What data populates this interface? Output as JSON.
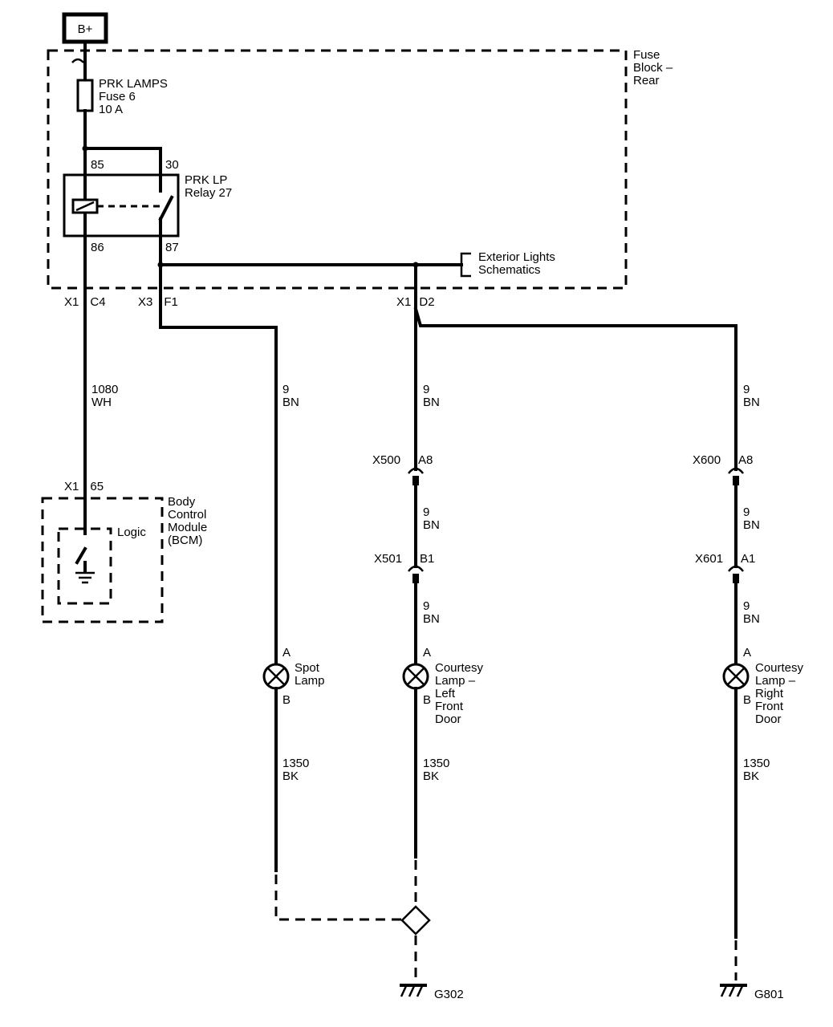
{
  "power": {
    "label": "B+"
  },
  "fuse_block": {
    "name_lines": [
      "Fuse",
      "Block –",
      "Rear"
    ],
    "fuse_lines": [
      "PRK LAMPS",
      "Fuse 6",
      "10 A"
    ],
    "relay_lines": [
      "PRK LP",
      "Relay 27"
    ],
    "relay_pins": {
      "p85": "85",
      "p30": "30",
      "p86": "86",
      "p87": "87"
    },
    "ref_lines": [
      "Exterior Lights",
      "Schematics"
    ]
  },
  "connectors": {
    "x1_c4": {
      "conn": "X1",
      "pin": "C4"
    },
    "x3_f1": {
      "conn": "X3",
      "pin": "F1"
    },
    "x1_d2": {
      "conn": "X1",
      "pin": "D2"
    },
    "x1_65": {
      "conn": "X1",
      "pin": "65"
    },
    "x500": {
      "conn": "X500",
      "pin": "A8"
    },
    "x501": {
      "conn": "X501",
      "pin": "B1"
    },
    "x600": {
      "conn": "X600",
      "pin": "A8"
    },
    "x601": {
      "conn": "X601",
      "pin": "A1"
    }
  },
  "wires": {
    "bcm_feed": [
      "1080",
      "WH"
    ],
    "spot": [
      "9",
      "BN"
    ],
    "left_1": [
      "9",
      "BN"
    ],
    "left_2": [
      "9",
      "BN"
    ],
    "left_3": [
      "9",
      "BN"
    ],
    "right_1": [
      "9",
      "BN"
    ],
    "right_2": [
      "9",
      "BN"
    ],
    "right_3": [
      "9",
      "BN"
    ],
    "spot_gnd": [
      "1350",
      "BK"
    ],
    "left_gnd": [
      "1350",
      "BK"
    ],
    "right_gnd": [
      "1350",
      "BK"
    ]
  },
  "bcm": {
    "name_lines": [
      "Body",
      "Control",
      "Module",
      "(BCM)"
    ],
    "logic": "Logic"
  },
  "lamps": {
    "spot": {
      "pin_a": "A",
      "pin_b": "B",
      "name_lines": [
        "Spot",
        "Lamp"
      ]
    },
    "left": {
      "pin_a": "A",
      "pin_b": "B",
      "name_lines": [
        "Courtesy",
        "Lamp –",
        "Left",
        "Front",
        "Door"
      ]
    },
    "right": {
      "pin_a": "A",
      "pin_b": "B",
      "name_lines": [
        "Courtesy",
        "Lamp –",
        "Right",
        "Front",
        "Door"
      ]
    }
  },
  "grounds": {
    "g302": "G302",
    "g801": "G801"
  }
}
